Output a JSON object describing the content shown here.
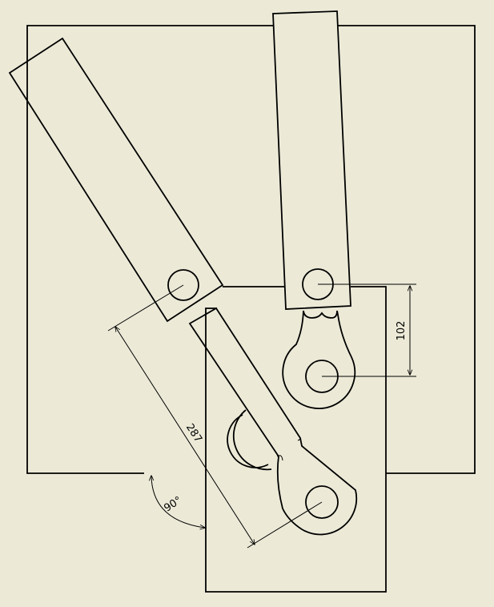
{
  "dimensions": {
    "vertical_distance": "102",
    "diagonal_length": "287",
    "angle": "90°"
  },
  "colors": {
    "background": "#ecead7",
    "lines": "#000000"
  }
}
